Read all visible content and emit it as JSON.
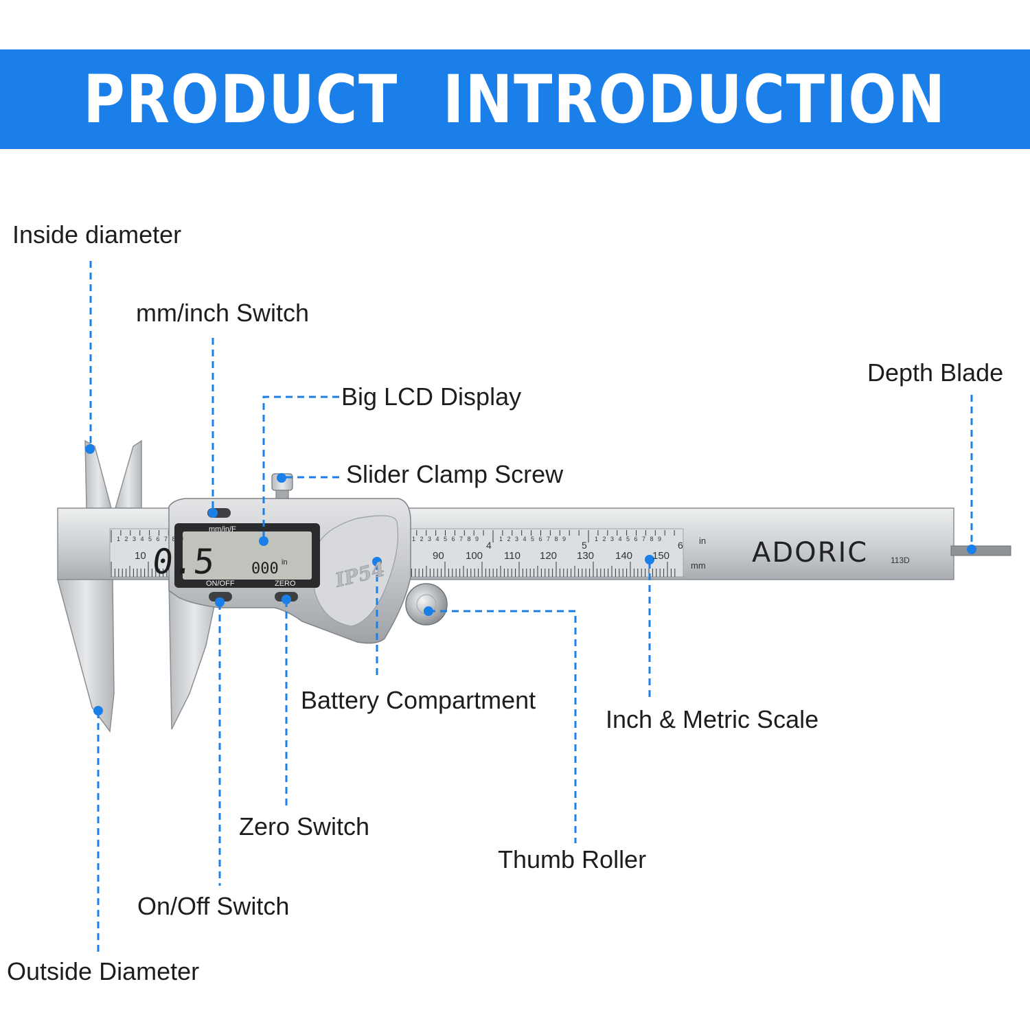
{
  "header": {
    "title": "PRODUCT   INTRODUCTION"
  },
  "labels": {
    "inside_diameter": "Inside diameter",
    "mm_inch_switch": "mm/inch Switch",
    "big_lcd_display": "Big LCD Display",
    "slider_clamp_screw": "Slider Clamp Screw",
    "depth_blade": "Depth Blade",
    "battery_compartment": "Battery Compartment",
    "inch_metric_scale": "Inch & Metric Scale",
    "zero_switch": "Zero Switch",
    "thumb_roller": "Thumb Roller",
    "on_off_switch": "On/Off Switch",
    "outside_diameter": "Outside Diameter"
  },
  "device": {
    "brand": "ADORIC",
    "model": "113D",
    "reading_main": "0.5",
    "reading_small": "000",
    "reading_unit": "in",
    "button_mode_label": "mm/in/F",
    "button_on_off_label": "ON/OFF",
    "button_zero_label": "ZERO",
    "rating": "IP54",
    "unit_in": "in",
    "unit_mm": "mm",
    "inch_numbers": [
      "4",
      "5",
      "6"
    ],
    "mm_numbers": [
      "10",
      "90",
      "100",
      "110",
      "120",
      "130",
      "140",
      "150"
    ],
    "inch_subdivisions": "1 2 3 4 5 6 7 8 9"
  },
  "colors": {
    "accent": "#1a7fe8",
    "steel": "#c9cbce",
    "lcd": "#bfc3bc"
  }
}
